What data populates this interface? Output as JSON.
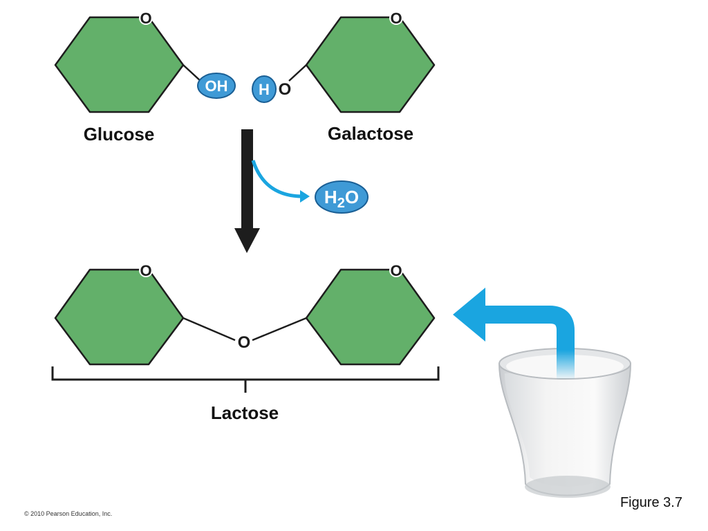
{
  "molecules": {
    "glucose": {
      "label": "Glucose",
      "ring_oxygen": "O",
      "hydroxyl": "OH"
    },
    "galactose": {
      "label": "Galactose",
      "ring_oxygen": "O",
      "hydrogen": "H",
      "oxygen": "O"
    }
  },
  "byproduct": {
    "main": "H",
    "subscript": "2",
    "tail": "O"
  },
  "product": {
    "label": "Lactose",
    "ring_oxygen_left": "O",
    "ring_oxygen_right": "O",
    "bridge_oxygen": "O"
  },
  "figure_label": "Figure 3.7",
  "copyright": "© 2010 Pearson Education, Inc.",
  "colors": {
    "ring_fill": "#63b06a",
    "bubble_fill": "#3f9ad6",
    "arrow_blue": "#1aa5e0",
    "reaction_arrow": "#1d1d1d"
  }
}
